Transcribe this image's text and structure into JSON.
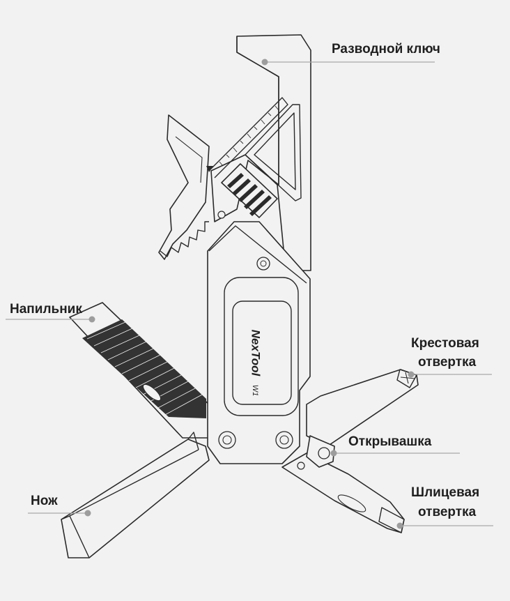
{
  "brand": {
    "name": "NexTool",
    "model": "W1"
  },
  "callouts": {
    "wrench": "Разводной ключ",
    "file": "Напильник",
    "phillips": [
      "Крестовая",
      "отвертка"
    ],
    "opener": "Открывашка",
    "knife": "Нож",
    "flathead": [
      "Шлицевая",
      "отвертка"
    ]
  },
  "colors": {
    "background": "#f2f2f2",
    "outline": "#2a2a2a",
    "leader": "#a8a8a8"
  }
}
